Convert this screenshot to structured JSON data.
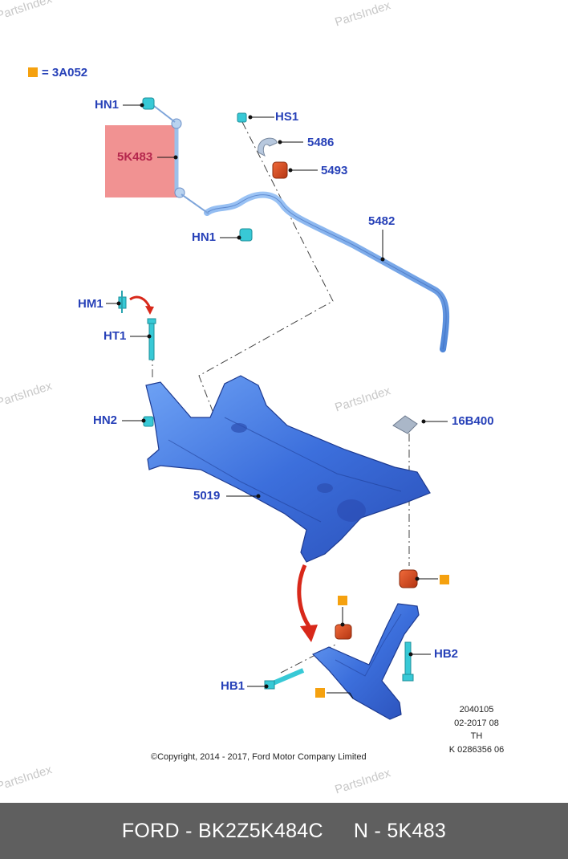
{
  "legend": {
    "text": "= 3A052",
    "color": "#f5a10f"
  },
  "callouts": {
    "hn1_top": "HN1",
    "hs1": "HS1",
    "p5486": "5486",
    "p5493": "5493",
    "p5k483": "5K483",
    "hn1_bottom": "HN1",
    "p5482": "5482",
    "hm1": "HM1",
    "ht1": "HT1",
    "hn2": "HN2",
    "p16b400": "16B400",
    "p5019": "5019",
    "hb2": "HB2",
    "hb1": "HB1"
  },
  "info_block": {
    "line1": "2040105",
    "line2": "02-2017 08",
    "line3": "TH",
    "line4": "K 0286356 06"
  },
  "copyright": "©Copyright, 2014 - 2017, Ford Motor Company Limited",
  "watermark": "PartsIndex",
  "footer": {
    "part_number": "FORD - BK2Z5K484C",
    "reference": "N - 5K483"
  },
  "colors": {
    "callout_text": "#2741b8",
    "highlight": "#f08c8c",
    "part_blue": "#3f77e0",
    "bushing_red": "#d0461b",
    "fastener_cyan": "#38c9d6",
    "footer_bg": "#5f5f5f"
  }
}
